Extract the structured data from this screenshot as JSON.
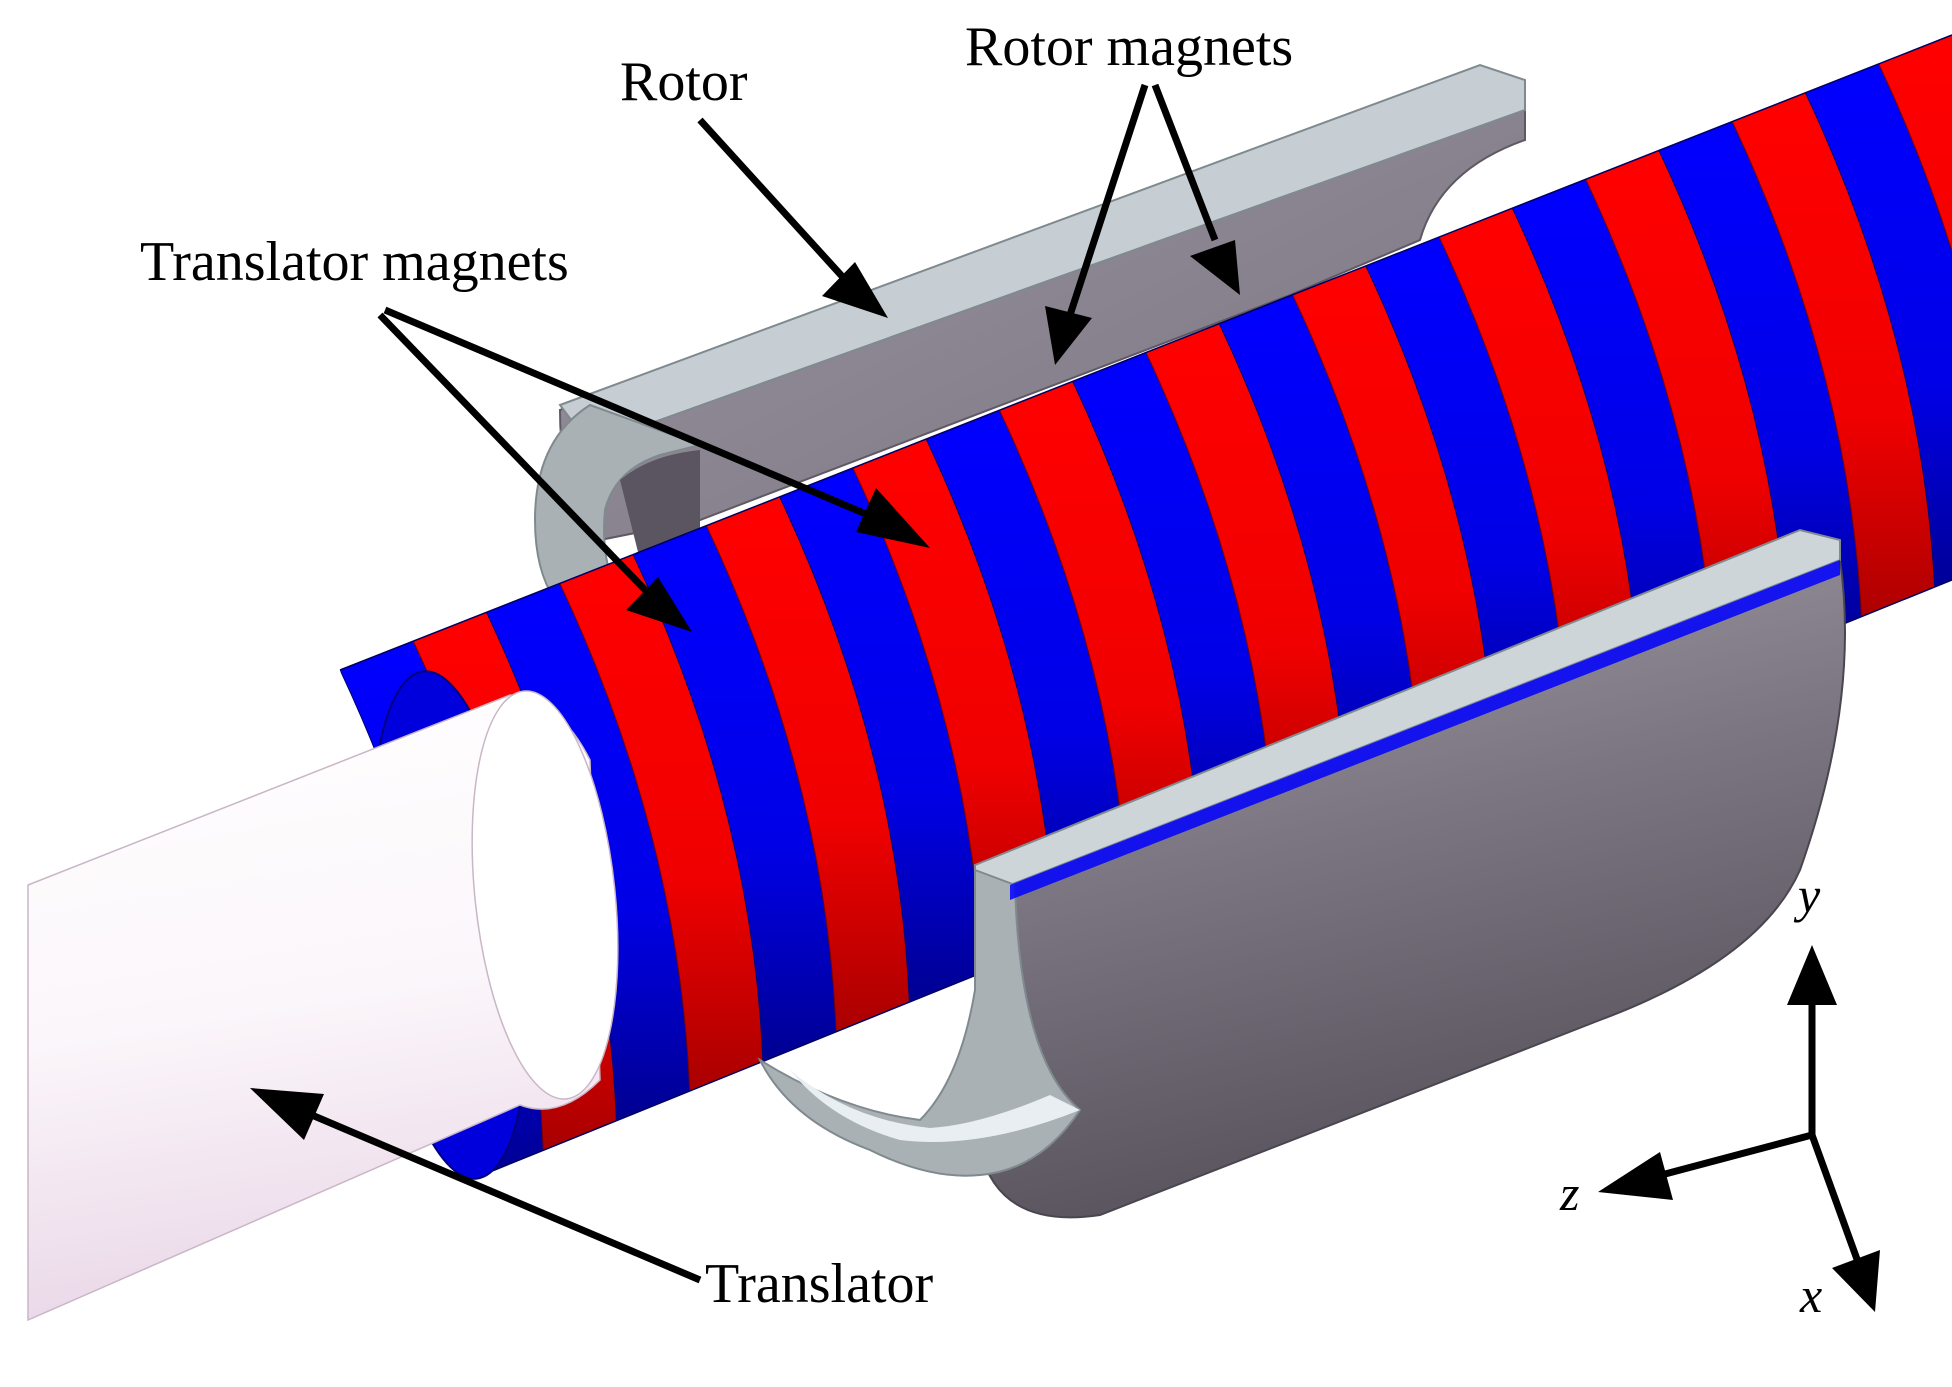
{
  "labels": {
    "rotor": "Rotor",
    "rotor_magnets": "Rotor magnets",
    "translator_magnets": "Translator magnets",
    "translator": "Translator"
  },
  "axes": {
    "y": "y",
    "z": "z",
    "x": "x"
  },
  "colors": {
    "magnet_red": "#ff0000",
    "magnet_blue": "#0000ff",
    "rotor_steel": "#8e8994",
    "rotor_face": "#c8d0d4",
    "translator": "#f7f0f6",
    "arrow": "#000000"
  }
}
